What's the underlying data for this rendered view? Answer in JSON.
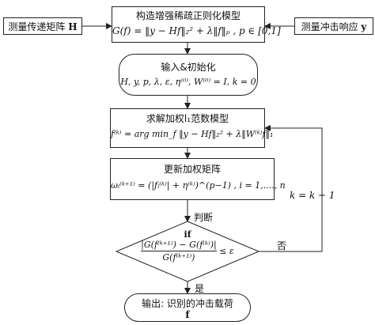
{
  "left_box": {
    "label": "测量传递矩阵",
    "symbol": "H"
  },
  "right_box": {
    "label": "测量冲击响应",
    "symbol": "y"
  },
  "model_box": {
    "title": "构造增强稀疏正则化模型",
    "formula": "G(f) = ‖y − Hf‖₂² + λ‖f‖ₚ , p ∈ [0,1]"
  },
  "init_box": {
    "title": "输入&初始化",
    "formula": "H, y, p, λ, ε, η⁽⁰⁾, W⁽⁰⁾ = I, k = 0"
  },
  "solve_box": {
    "title": "求解加权l₁范数模型",
    "formula": "f⁽ᵏ⁾ = arg min_f ‖y − Hf‖₂² + λ‖W⁽ᵏ⁾f‖₁"
  },
  "update_box": {
    "title": "更新加权矩阵",
    "formula": "ωᵢ⁽ᵏ⁺¹⁾ = (|fᵢ⁽ᵏ⁾| + η⁽ᵏ⁾)^(p−1) , i = 1,...., n"
  },
  "decision": {
    "label": "判断",
    "if_text": "if",
    "numerator": "|G(f⁽ᵏ⁺¹⁾) − G(f⁽ᵏ⁾)|",
    "denominator": "G(f⁽ᵏ⁺¹⁾)",
    "condition": "≤ ε"
  },
  "loop": {
    "no_label": "否",
    "increment": "k = k + 1"
  },
  "yes_label": "是",
  "output_box": {
    "title": "输出: 识别的冲击载荷",
    "symbol": "f"
  }
}
